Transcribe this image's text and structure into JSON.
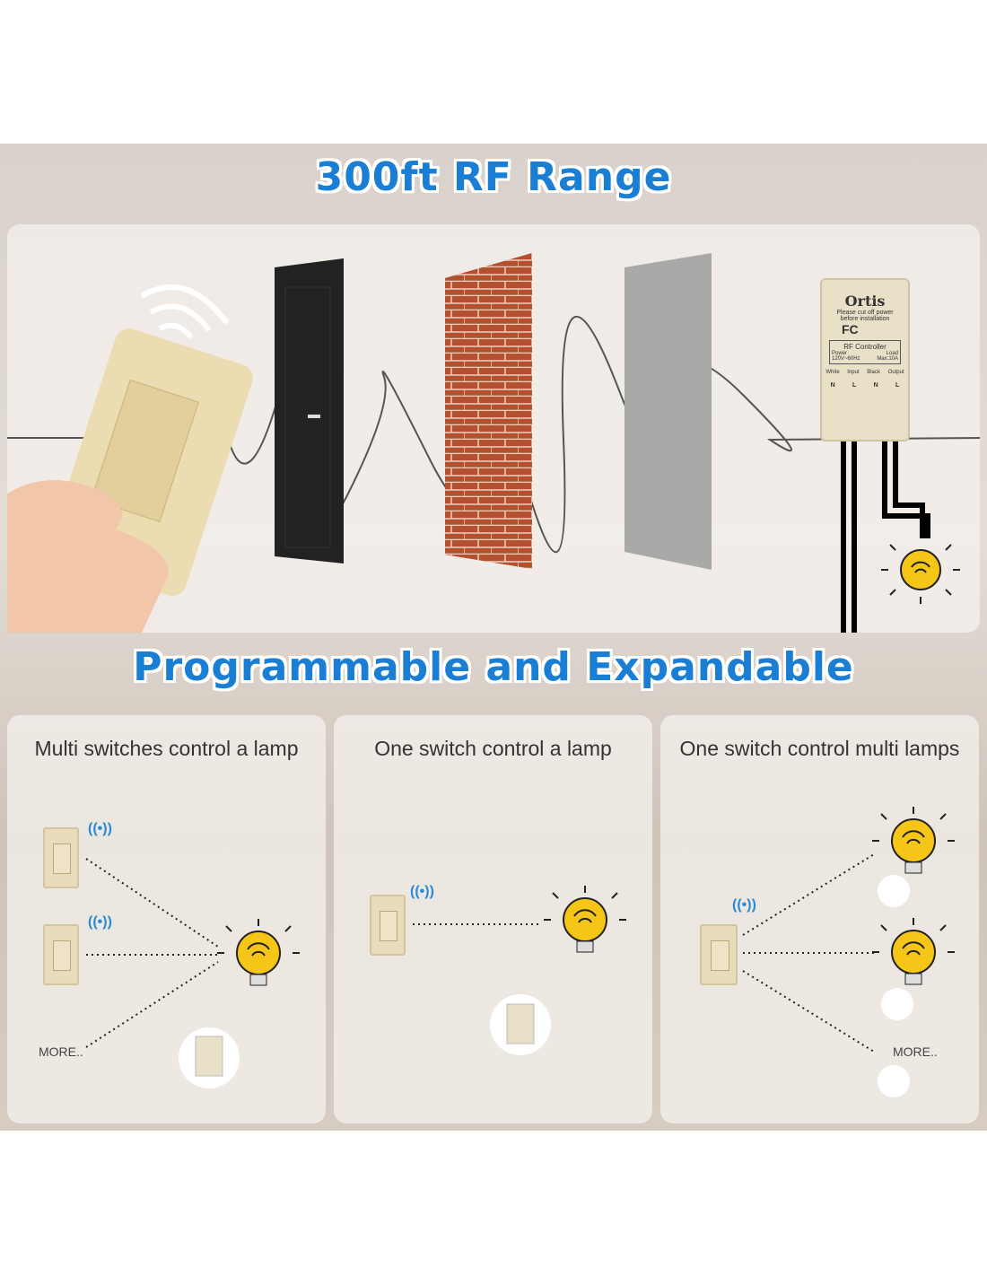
{
  "headings": {
    "range": "300ft RF Range",
    "programmable": "Programmable and Expandable"
  },
  "controller": {
    "brand": "Ortis",
    "warning_line1": "Please cut off power",
    "warning_line2": "before installation",
    "cert": "FC",
    "name": "RF Controller",
    "power_label": "Power",
    "power_value": "120V~60Hz",
    "load_label": "Load",
    "load_value": "Max:10A",
    "input": "Input",
    "output": "Output",
    "wire_white": "White",
    "wire_black": "Black",
    "n": "N",
    "l": "L"
  },
  "panels": [
    {
      "title": "Multi switches control a lamp",
      "more": "MORE.."
    },
    {
      "title": "One switch control a lamp"
    },
    {
      "title": "One switch control multi lamps",
      "more": "MORE.."
    }
  ],
  "colors": {
    "heading": "#1a7fd4",
    "bulb": "#f5c518",
    "switch": "#e8dcbc"
  }
}
